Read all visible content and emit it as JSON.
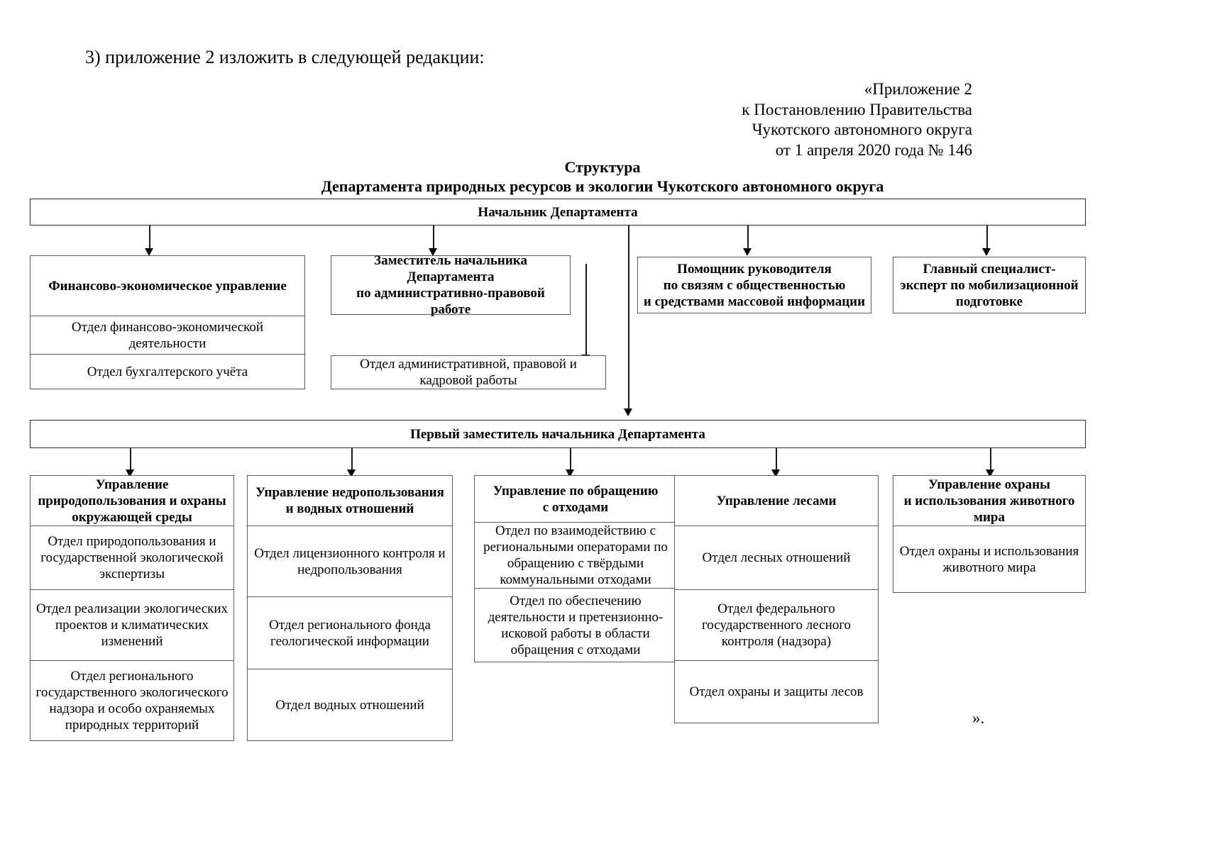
{
  "document": {
    "intro": "3) приложение 2 изложить в следующей редакции:",
    "appendix_ref": [
      "«Приложение 2",
      "к Постановлению Правительства",
      "Чукотского автономного округа",
      "от 1 апреля 2020 года № 146"
    ],
    "title_line1": "Структура",
    "title_line2": "Департамента природных ресурсов и экологии Чукотского автономного округа",
    "closing_mark": "»."
  },
  "chart_data": {
    "type": "org-chart",
    "root": "Начальник Департамента",
    "second_root": "Первый заместитель начальника Департамента"
  },
  "org": {
    "head": "Начальник Департамента",
    "first_deputy": "Первый заместитель начальника Департамента",
    "level1": [
      {
        "head": "Финансово-экономическое управление",
        "children": [
          "Отдел финансово-экономической деятельности",
          "Отдел бухгалтерского учёта"
        ]
      },
      {
        "head": "Заместитель начальника Департамента по административно-правовой работе",
        "head_lines": [
          "Заместитель начальника",
          "Департамента",
          "по административно-правовой",
          "работе"
        ],
        "children": [
          "Отдел административной, правовой и кадровой работы"
        ]
      },
      {
        "head": "Помощник руководителя по связям с общественностью и средствами массовой информации",
        "head_lines": [
          "Помощник руководителя",
          "по связям с общественностью",
          "и средствами массовой информации"
        ],
        "children": []
      },
      {
        "head": "Главный специалист-эксперт по мобилизационной подготовке",
        "head_lines": [
          "Главный специалист-",
          "эксперт по мобилизационной",
          "подготовке"
        ],
        "children": []
      }
    ],
    "level2": [
      {
        "head_lines": [
          "Управление",
          "природопользования и охраны",
          "окружающей среды"
        ],
        "children": [
          "Отдел природопользования и государственной экологической экспертизы",
          "Отдел реализации экологических проектов и климатических изменений",
          "Отдел регионального государственного экологического надзора и особо охраняемых природных территорий"
        ]
      },
      {
        "head_lines": [
          "Управление недропользования",
          "и водных отношений"
        ],
        "children": [
          "Отдел лицензионного контроля и недропользования",
          "Отдел регионального фонда геологической информации",
          "Отдел водных отношений"
        ]
      },
      {
        "head_lines": [
          "Управление по обращению",
          "с отходами"
        ],
        "children": [
          "Отдел по взаимодействию с региональными операторами по обращению с твёрдыми коммунальными отходами",
          "Отдел по обеспечению деятельности и претензионно-исковой работы в области обращения с отходами"
        ]
      },
      {
        "head_lines": [
          "Управление лесами"
        ],
        "children": [
          "Отдел лесных отношений",
          "Отдел федерального государственного лесного контроля (надзора)",
          "Отдел охраны и защиты лесов"
        ]
      },
      {
        "head_lines": [
          "Управление охраны",
          "и использования животного",
          "мира"
        ],
        "children": [
          "Отдел охраны и использования животного мира"
        ]
      }
    ]
  }
}
